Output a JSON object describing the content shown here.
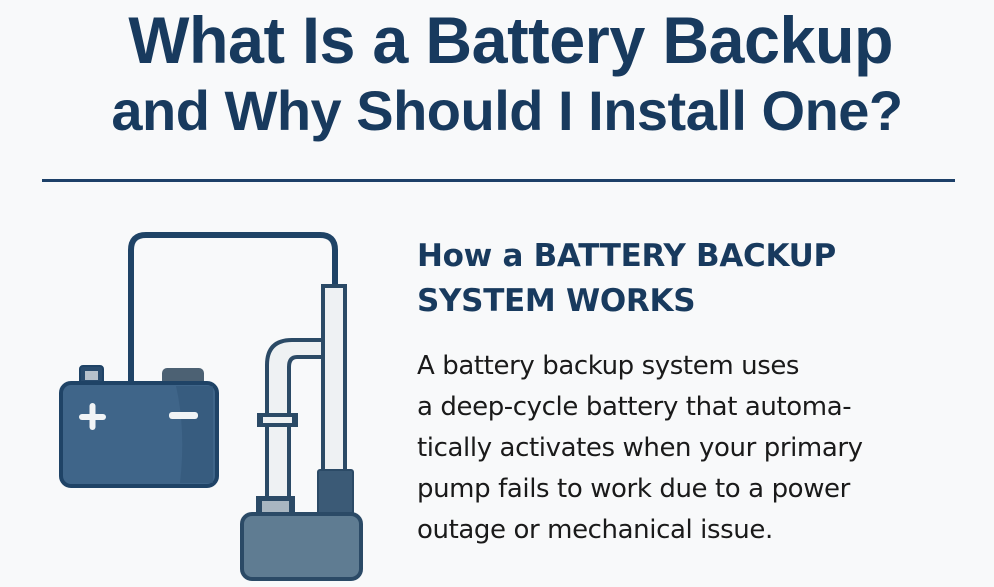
{
  "header": {
    "title_line1": "What Is a Battery Backup",
    "title_line2": "and Why Should I Install One?"
  },
  "section": {
    "heading_line1": "How a BATTERY BACKUP",
    "heading_line2": "SYSTEM WORKS",
    "body_lines": [
      "A battery backup system uses",
      "a deep-cycle battery that automa-",
      "tically activates when your primary",
      "pump fails to work due to a power",
      "outage or mechanical issue."
    ]
  },
  "illustration": {
    "icons": [
      "battery-icon",
      "sump-pump-icon"
    ],
    "battery_labels": {
      "positive": "+",
      "negative": "−"
    }
  },
  "colors": {
    "title": "#183a5e",
    "divider": "#1d4068",
    "battery_fill": "#3f6589",
    "battery_border": "#1f4366",
    "pipe_fill": "#eef1f3",
    "pump_base": "#5f7c92",
    "motor": "#3b5a76",
    "background": "#f8f9fa"
  }
}
